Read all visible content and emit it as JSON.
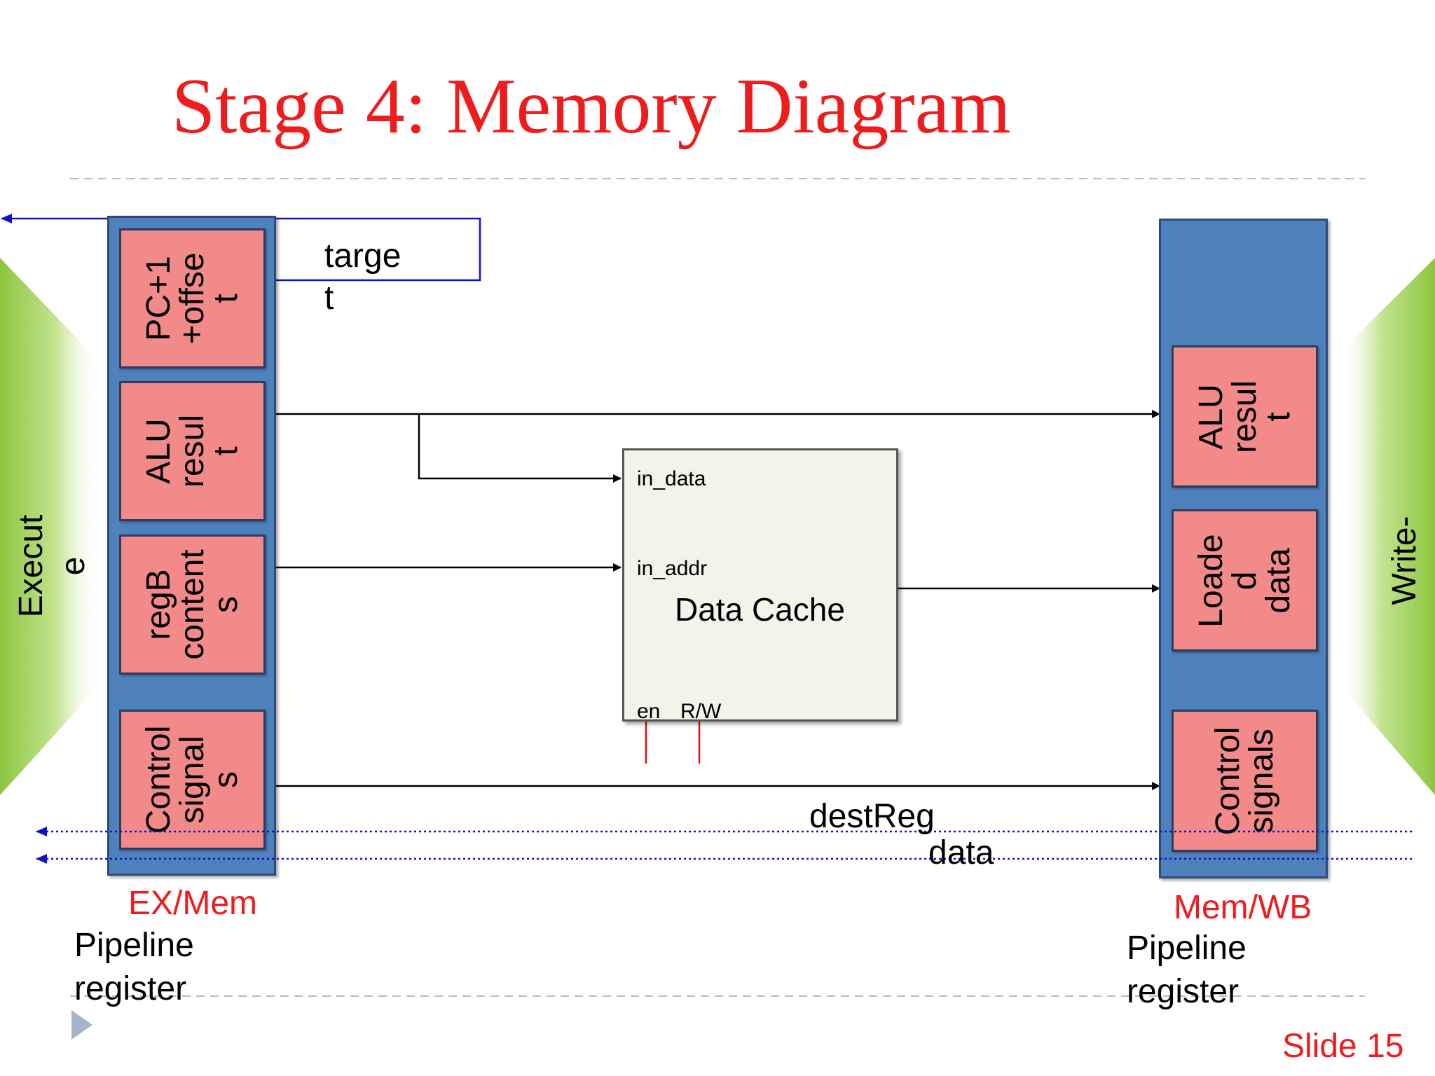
{
  "title": "Stage 4: Memory Diagram",
  "stages": {
    "left": "Execut\ne",
    "right": "Write-"
  },
  "ex_mem": {
    "name": "EX/Mem",
    "caption_line1": "Pipeline",
    "caption_line2": "register",
    "fields": [
      "PC+1\n+offse\nt",
      "ALU\nresul\nt",
      "regB\ncontent\ns",
      "Control\nsignal\ns"
    ]
  },
  "mem_wb": {
    "name": "Mem/WB",
    "caption_line1": "Pipeline",
    "caption_line2": "register",
    "fields": [
      "ALU\nresul\nt",
      "Loade\nd\ndata",
      "Control\nsignals"
    ]
  },
  "cache": {
    "title": "Data Cache",
    "in_data": "in_data",
    "in_addr": "in_addr",
    "en": "en",
    "rw": "R/W"
  },
  "wires": {
    "target_line1": "targe",
    "target_line2": "t",
    "destreg": "destReg",
    "data": "data"
  },
  "slide_number": "Slide 15",
  "colors": {
    "title": "#ee1c1c",
    "register_frame": "#4f81bd",
    "field_fill": "#f28a8a",
    "stage_green": "#8dc63f",
    "forward_wire": "#1010cc",
    "control_wire": "#dd1111"
  }
}
